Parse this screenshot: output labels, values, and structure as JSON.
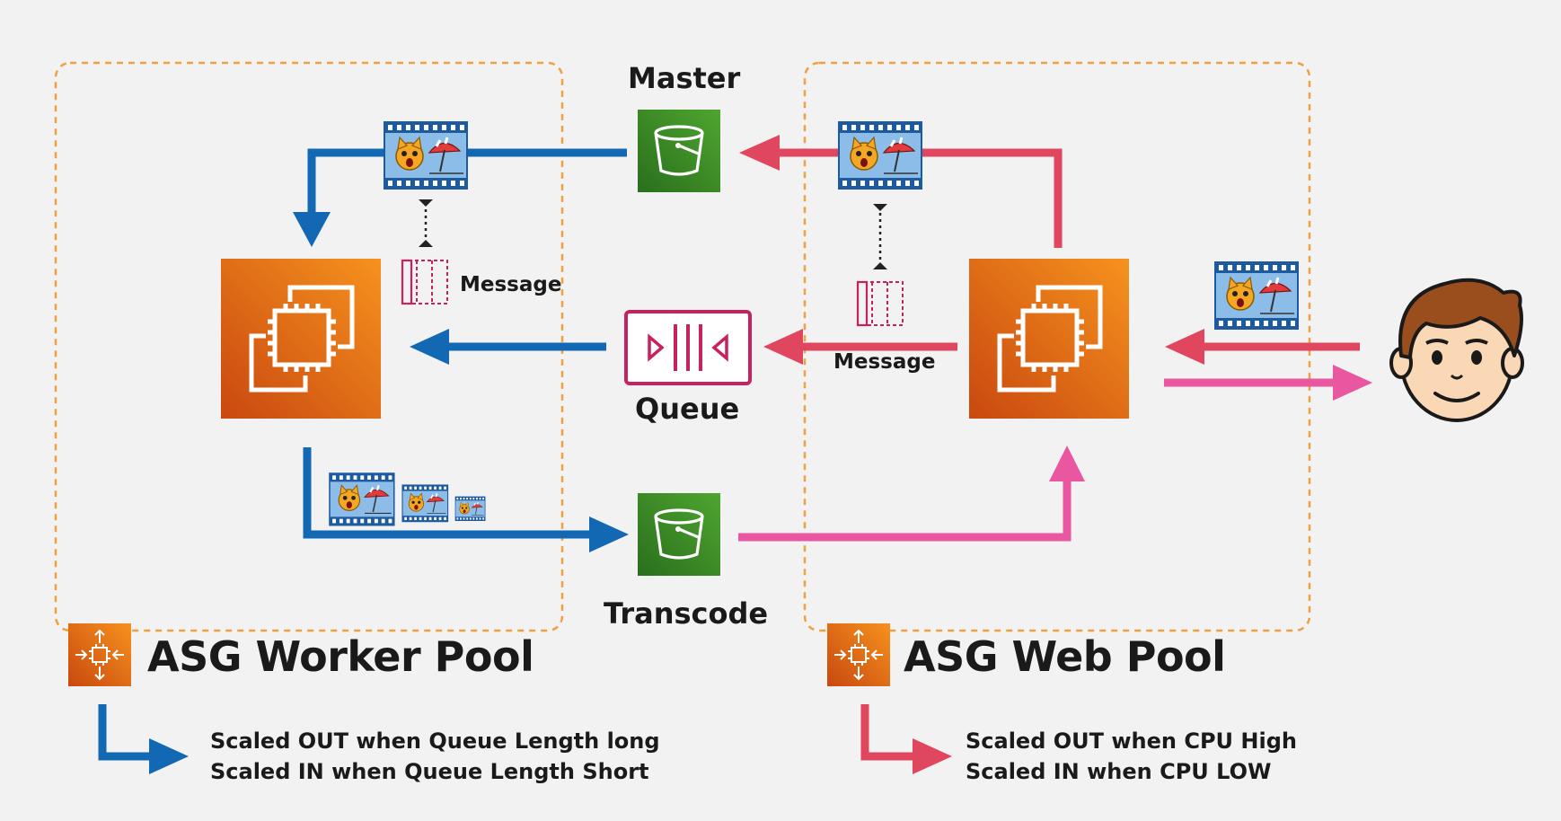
{
  "nodes": {
    "master": "Master",
    "queue": "Queue",
    "transcode": "Transcode"
  },
  "messages": {
    "worker_message": "Message",
    "web_message": "Message"
  },
  "pools": {
    "worker": {
      "title": "ASG Worker Pool",
      "notes": [
        "Scaled OUT when Queue Length long",
        "Scaled IN when Queue Length Short"
      ]
    },
    "web": {
      "title": "ASG Web Pool",
      "notes": [
        "Scaled OUT when CPU High",
        "Scaled IN when CPU LOW"
      ]
    }
  },
  "colors": {
    "background": "#f2f2f2",
    "worker_flow": "#1268b3",
    "web_flow": "#e0475f",
    "output_flow": "#e8579f",
    "ec2_orange_light": "#f58a1f",
    "ec2_orange_dark": "#cf4f10",
    "s3_green_light": "#4a9f2e",
    "s3_green_dark": "#2a6f1d",
    "queue_magenta": "#c8215f",
    "asg_border": "#f0a040"
  },
  "icons": [
    "ec2-instance-icon",
    "s3-bucket-icon",
    "sqs-queue-icon",
    "video-frame-icon",
    "user-avatar-icon",
    "auto-scaling-icon"
  ]
}
